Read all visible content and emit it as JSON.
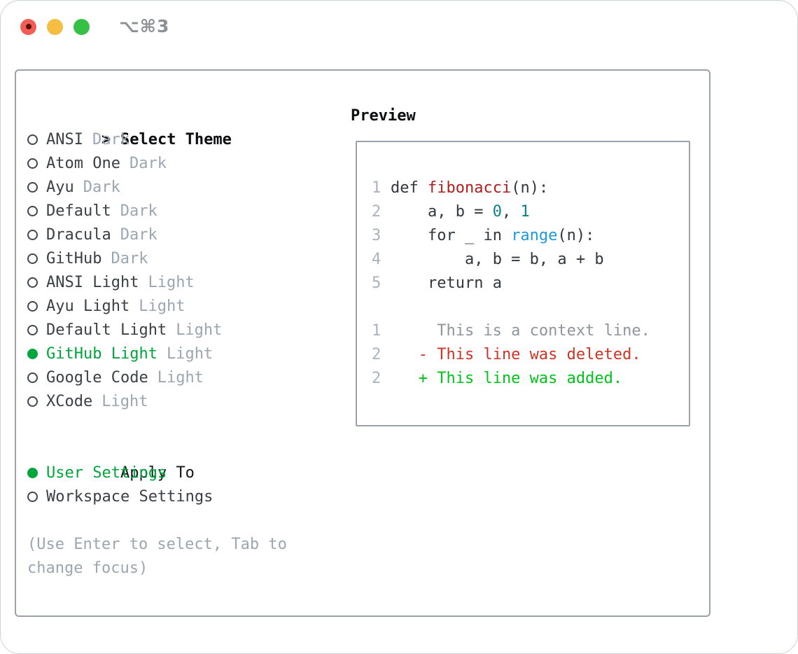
{
  "window": {
    "title": "⌥⌘3",
    "traffic_lights": {
      "close_color": "#f25e55",
      "close_dot_color": "#5c100c",
      "minimize_color": "#f5bd41",
      "zoom_color": "#35c145"
    }
  },
  "sidebar": {
    "header_prefix": ">",
    "header": "Select Theme",
    "themes": [
      {
        "name": "ANSI",
        "variant": "Dark",
        "selected": false
      },
      {
        "name": "Atom One",
        "variant": "Dark",
        "selected": false
      },
      {
        "name": "Ayu",
        "variant": "Dark",
        "selected": false
      },
      {
        "name": "Default",
        "variant": "Dark",
        "selected": false
      },
      {
        "name": "Dracula",
        "variant": "Dark",
        "selected": false
      },
      {
        "name": "GitHub",
        "variant": "Dark",
        "selected": false
      },
      {
        "name": "ANSI Light",
        "variant": "Light",
        "selected": false
      },
      {
        "name": "Ayu Light",
        "variant": "Light",
        "selected": false
      },
      {
        "name": "Default Light",
        "variant": "Light",
        "selected": false
      },
      {
        "name": "GitHub Light",
        "variant": "Light",
        "selected": true
      },
      {
        "name": "Google Code",
        "variant": "Light",
        "selected": false
      },
      {
        "name": "XCode",
        "variant": "Light",
        "selected": false
      }
    ],
    "apply_to": {
      "header": "Apply To",
      "options": [
        {
          "label": "User Settings",
          "selected": true
        },
        {
          "label": "Workspace Settings",
          "selected": false
        }
      ]
    },
    "hint": "(Use Enter to select, Tab to change focus)"
  },
  "preview": {
    "title": "Preview",
    "code_lines": [
      {
        "num": "1",
        "tokens": [
          {
            "text": "def ",
            "color": "code"
          },
          {
            "text": "fibonacci",
            "color": "fn"
          },
          {
            "text": "(n):",
            "color": "code"
          }
        ]
      },
      {
        "num": "2",
        "tokens": [
          {
            "text": "    a, b = ",
            "color": "code"
          },
          {
            "text": "0",
            "color": "num"
          },
          {
            "text": ", ",
            "color": "code"
          },
          {
            "text": "1",
            "color": "num"
          }
        ]
      },
      {
        "num": "3",
        "tokens": [
          {
            "text": "    for _ in ",
            "color": "code"
          },
          {
            "text": "range",
            "color": "builtin"
          },
          {
            "text": "(n):",
            "color": "code"
          }
        ]
      },
      {
        "num": "4",
        "tokens": [
          {
            "text": "        a, b = b, a + b",
            "color": "code"
          }
        ]
      },
      {
        "num": "5",
        "tokens": [
          {
            "text": "    return a",
            "color": "code"
          }
        ]
      }
    ],
    "diff_lines": [
      {
        "num": "1",
        "tokens": [
          {
            "text": "     This is a context line.",
            "color": "context"
          }
        ]
      },
      {
        "num": "2",
        "tokens": [
          {
            "text": "   - This line was deleted.",
            "color": "deleted"
          }
        ]
      },
      {
        "num": "2",
        "tokens": [
          {
            "text": "   + This line was added.",
            "color": "added"
          }
        ]
      }
    ]
  },
  "colors": {
    "accent_green": "#00a63c",
    "added_green": "#00c31b",
    "deleted_red": "#cd3425",
    "function_red": "#b01e20",
    "number_teal": "#0c7f87",
    "builtin_blue": "#1e9ad6",
    "context_gray": "#8d969e",
    "line_number_gray": "#a9b4bf",
    "muted_gray": "#9aa6b2",
    "border_gray": "#9aa2ac",
    "text_dark": "#3a4046"
  }
}
